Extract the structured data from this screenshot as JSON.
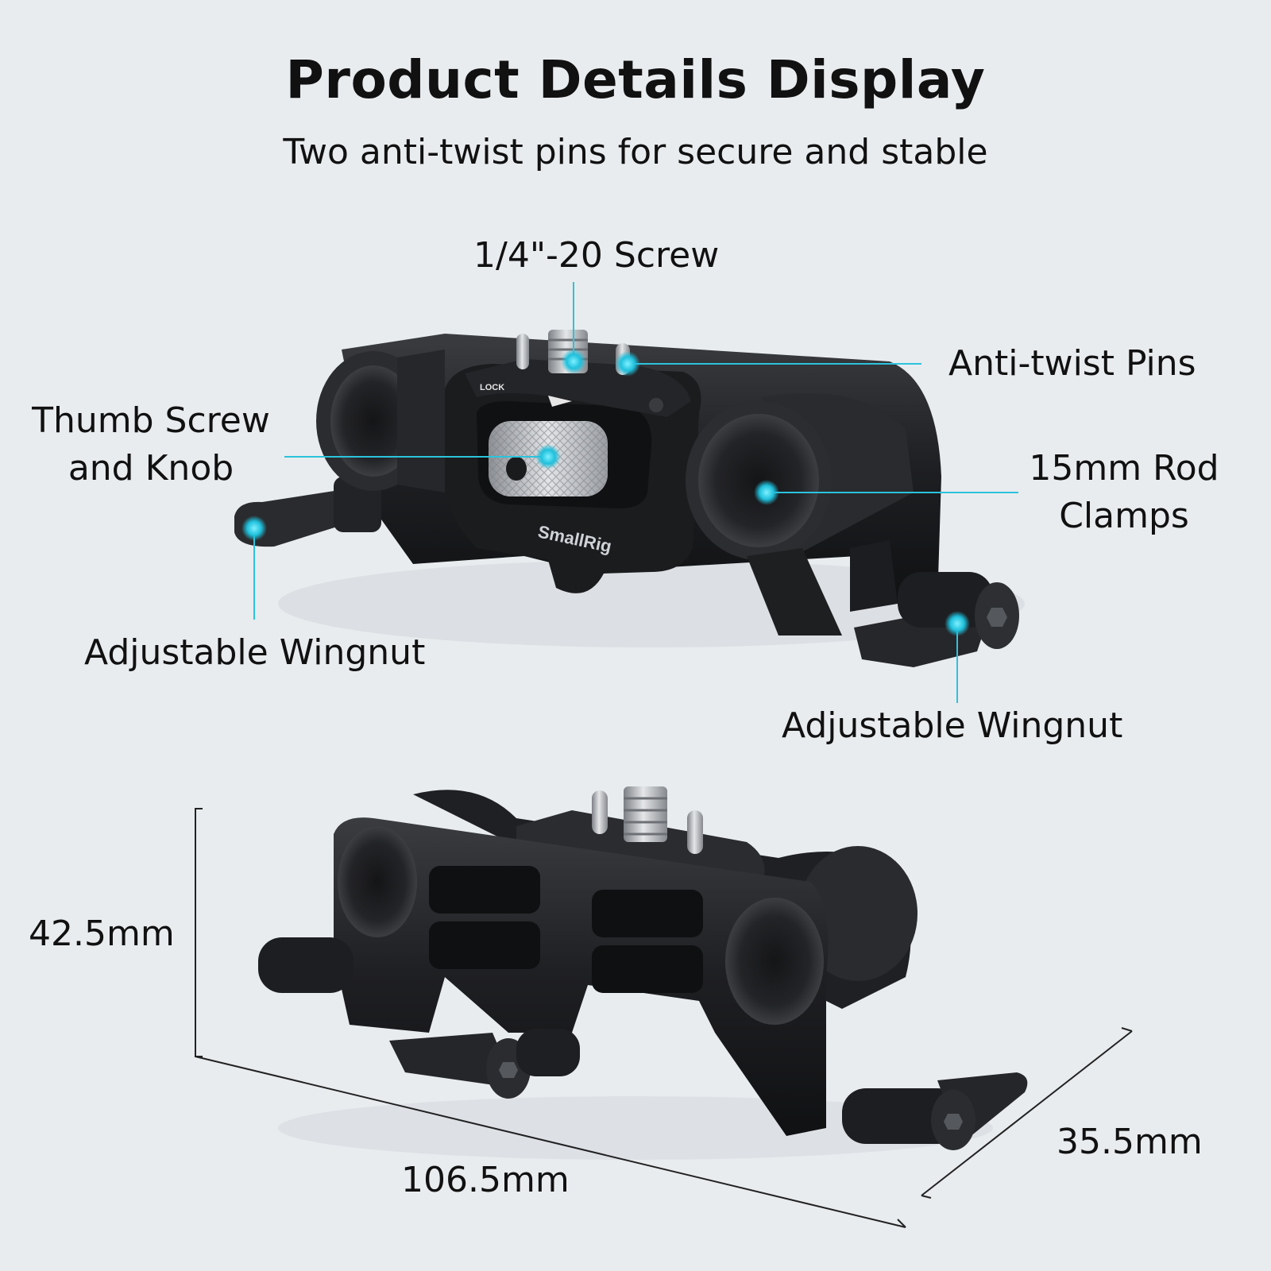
{
  "header": {
    "title": "Product Details Display",
    "subtitle": "Two anti-twist pins for secure and stable"
  },
  "callouts": {
    "screw": "1/4\"-20 Screw",
    "pins": "Anti-twist Pins",
    "thumb_line1": "Thumb Screw",
    "thumb_line2": "and Knob",
    "rod_line1": "15mm Rod",
    "rod_line2": "Clamps",
    "wingnut_left": "Adjustable Wingnut",
    "wingnut_right": "Adjustable Wingnut"
  },
  "product": {
    "brand": "SmallRig",
    "lock_text": "LOCK"
  },
  "dimensions": {
    "height": "42.5mm",
    "length": "106.5mm",
    "depth": "35.5mm"
  },
  "colors": {
    "background": "#e9ecef",
    "callout_accent": "#2cc3dc",
    "product_body": "#1c1d1f"
  }
}
